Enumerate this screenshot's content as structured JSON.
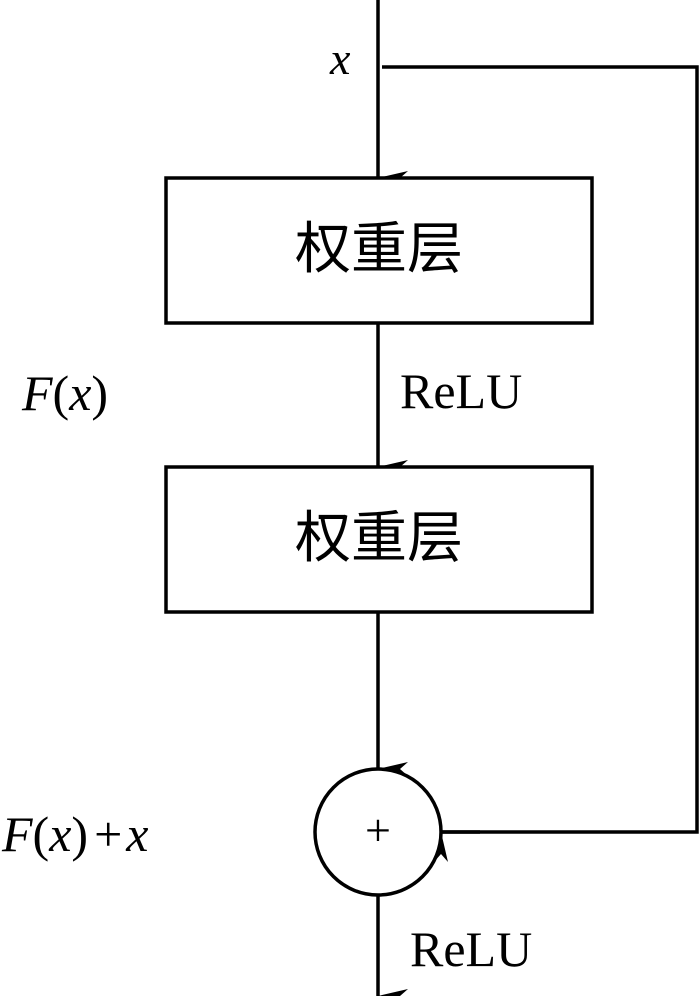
{
  "diagram": {
    "title": "Residual block",
    "input_label": "x",
    "layers": [
      {
        "label": "权重层"
      },
      {
        "label": "权重层"
      }
    ],
    "activation_between_layers": "ReLU",
    "residual_label": "F(x)",
    "residual_label_parts": {
      "f": "F",
      "open": "(",
      "x": "x",
      "close": ")"
    },
    "sum_symbol": "+",
    "sum_label": "F(x) + x",
    "sum_label_parts": {
      "f": "F",
      "open": "(",
      "x": "x",
      "close": ")",
      "plus": "+",
      "x2": "x"
    },
    "output_activation": "ReLU",
    "colors": {
      "stroke": "#000000",
      "background": "#ffffff"
    }
  }
}
